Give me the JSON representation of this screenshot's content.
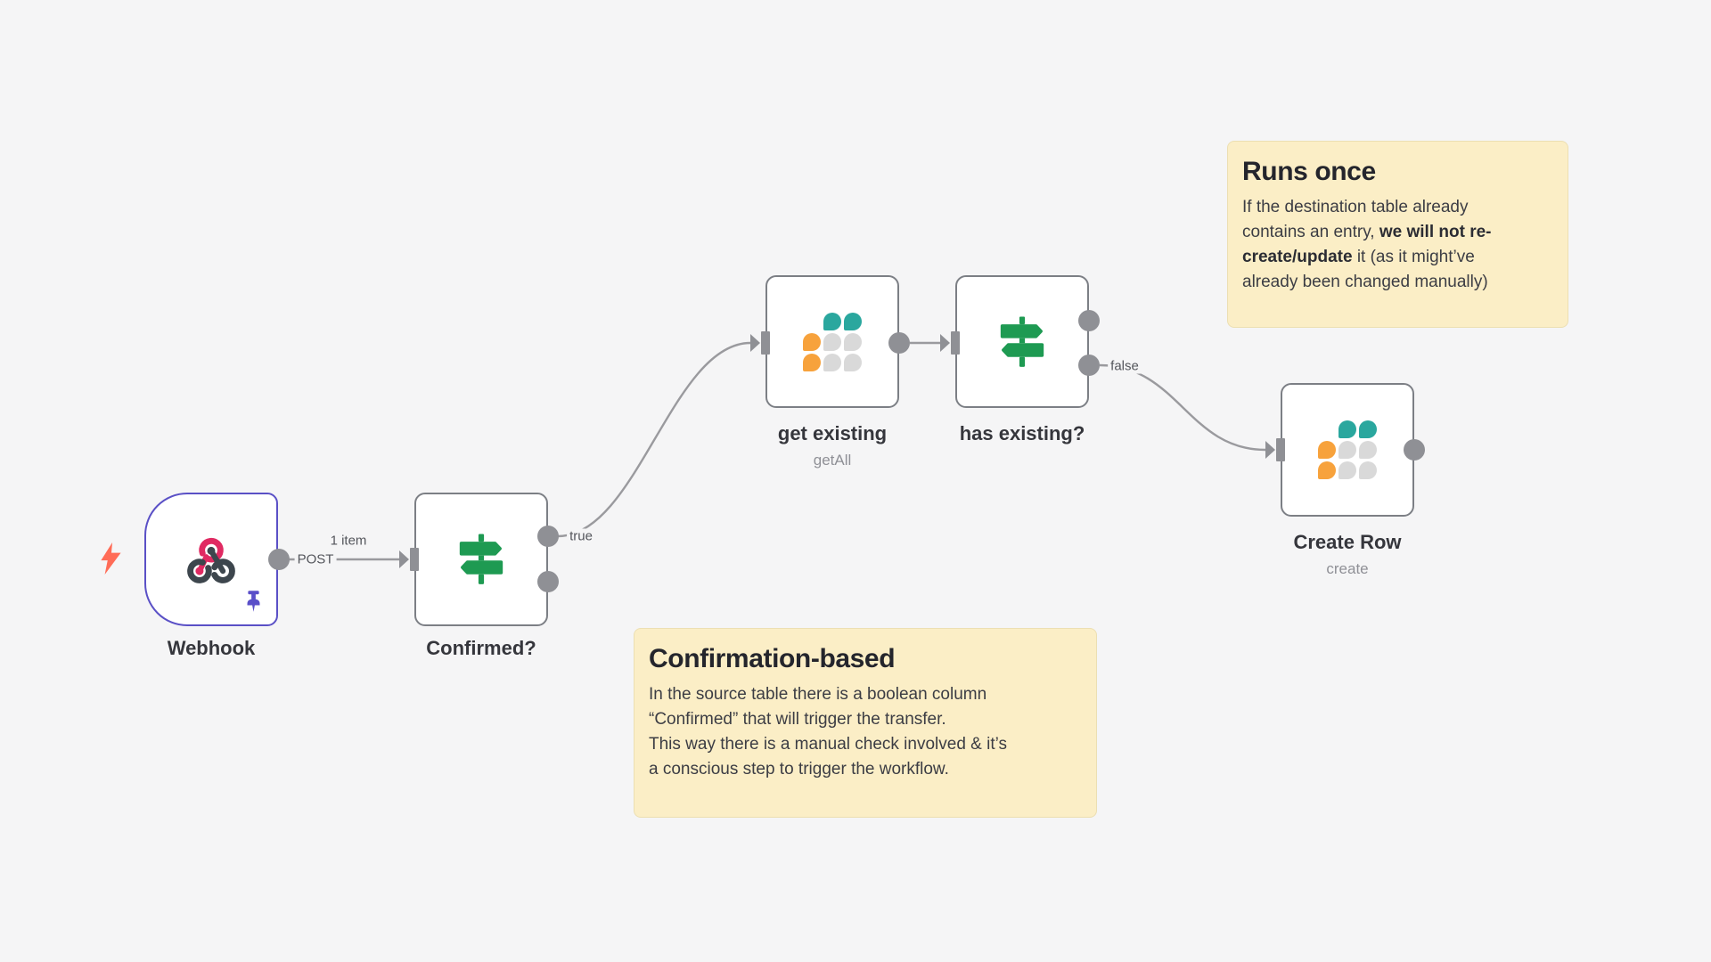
{
  "workflow": {
    "nodes": [
      {
        "id": "webhook",
        "name": "Webhook",
        "type": "webhook-trigger",
        "icon": "webhook-icon",
        "pinned": true,
        "executed": true
      },
      {
        "id": "confirmed",
        "name": "Confirmed?",
        "type": "if",
        "icon": "signpost-icon"
      },
      {
        "id": "get_existing",
        "name": "get existing",
        "subtitle": "getAll",
        "type": "baserow",
        "icon": "baserow-icon"
      },
      {
        "id": "has_existing",
        "name": "has existing?",
        "type": "if",
        "icon": "signpost-icon"
      },
      {
        "id": "create_row",
        "name": "Create Row",
        "subtitle": "create",
        "type": "baserow",
        "icon": "baserow-icon"
      }
    ],
    "connections": [
      {
        "from": "Webhook",
        "to": "Confirmed?",
        "item_count": "1 item",
        "method": "POST"
      },
      {
        "from": "Confirmed?",
        "branch": "true",
        "to": "get existing"
      },
      {
        "from": "get existing",
        "to": "has existing?"
      },
      {
        "from": "has existing?",
        "branch": "false",
        "to": "Create Row"
      }
    ]
  },
  "notes": {
    "runs_once": {
      "title": "Runs once",
      "body_segments": [
        {
          "text": "If the destination table already\ncontains an entry, ",
          "bold": false
        },
        {
          "text": "we will not re-\ncreate/update",
          "bold": true
        },
        {
          "text": " it (as it might’ve\nalready been changed manually)",
          "bold": false
        }
      ]
    },
    "confirmation": {
      "title": "Confirmation-based",
      "body": "In the source table there is a boolean column\n“Confirmed” that will trigger the transfer.\nThis way there is a manual check involved & it’s\na conscious step to trigger the workflow."
    }
  },
  "colors": {
    "canvas_background": "#f5f5f6",
    "node_border": "#7c7f85",
    "pinned_node_border": "#5a50c6",
    "sticky_background": "#fbeec6",
    "sticky_border": "#ecdfb2",
    "connector_gray": "#8f9095",
    "if_icon_green": "#1e9a52",
    "baserow_teal": "#2aa79e",
    "baserow_orange": "#f7a23c",
    "baserow_gray": "#d9d9d9",
    "webhook_pink": "#e02a62",
    "webhook_dark": "#3d464d",
    "trigger_bolt_orange": "#ff6c57",
    "pin_purple": "#5a4fc9"
  }
}
